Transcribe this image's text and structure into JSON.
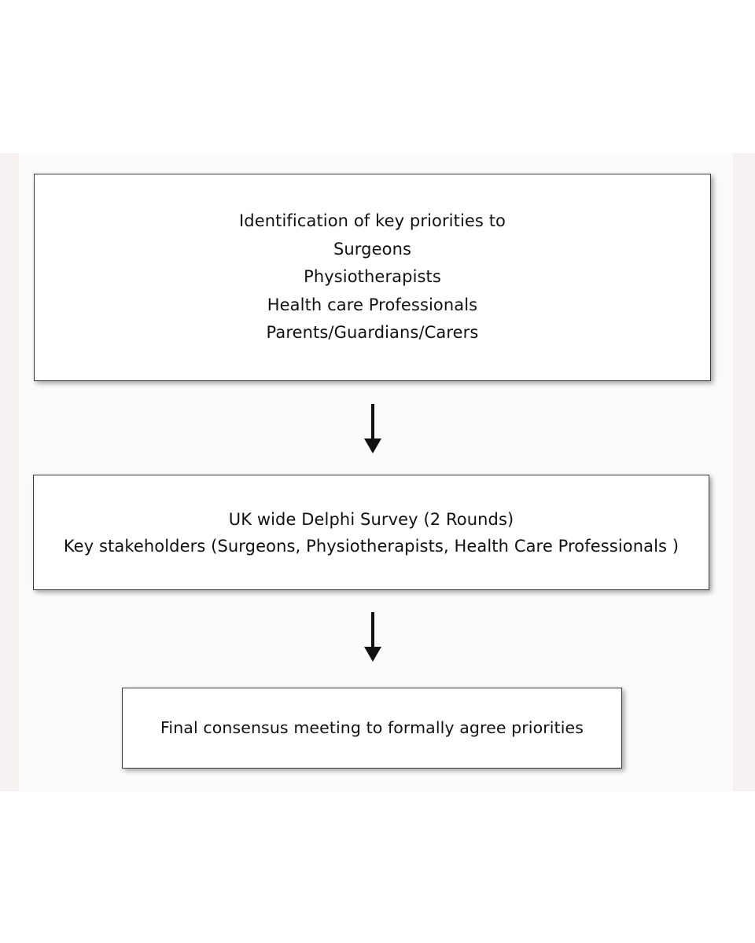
{
  "flowchart": {
    "steps": [
      {
        "lines": [
          "Identification of key priorities to",
          "Surgeons",
          "Physiotherapists",
          "Health care Professionals",
          "Parents/Guardians/Carers"
        ]
      },
      {
        "lines": [
          "UK wide Delphi Survey (2 Rounds)",
          "Key stakeholders (Surgeons, Physiotherapists, Health Care Professionals )"
        ]
      },
      {
        "lines": [
          "Final consensus meeting to formally agree priorities"
        ]
      }
    ],
    "arrows": [
      {
        "from": 0,
        "to": 1,
        "icon": "arrow-down-icon"
      },
      {
        "from": 1,
        "to": 2,
        "icon": "arrow-down-icon"
      }
    ],
    "colors": {
      "box_border": "#3a3a3a",
      "arrow": "#111111",
      "text": "#111111"
    }
  }
}
